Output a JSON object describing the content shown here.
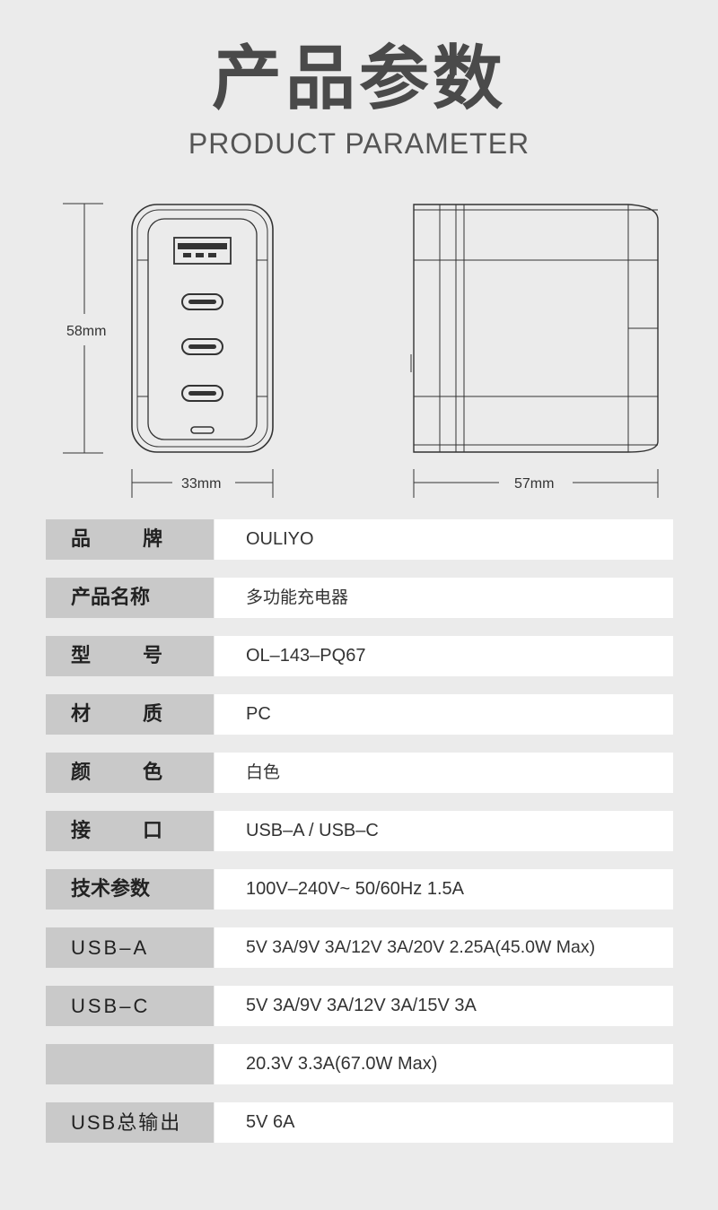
{
  "header": {
    "title": "产品参数",
    "subtitle": "PRODUCT PARAMETER"
  },
  "dimensions": {
    "height_label": "58mm",
    "width_label": "33mm",
    "depth_label": "57mm"
  },
  "specs": [
    {
      "key_a": "品",
      "key_b": "牌",
      "value": "OULIYO"
    },
    {
      "key": "产品名称",
      "value": "多功能充电器"
    },
    {
      "key_a": "型",
      "key_b": "号",
      "value": "OL–143–PQ67"
    },
    {
      "key_a": "材",
      "key_b": "质",
      "value": "PC"
    },
    {
      "key_a": "颜",
      "key_b": "色",
      "value": "白色"
    },
    {
      "key_a": "接",
      "key_b": "口",
      "value": "USB–A / USB–C"
    },
    {
      "key": "技术参数",
      "value": "100V–240V~ 50/60Hz 1.5A"
    },
    {
      "key": "USB–A",
      "value": "5V 3A/9V 3A/12V 3A/20V 2.25A(45.0W Max)"
    },
    {
      "key": "USB–C",
      "value": "5V 3A/9V 3A/12V 3A/15V 3A"
    },
    {
      "key": "",
      "value": "20.3V 3.3A(67.0W Max)"
    },
    {
      "key": "USB总输出",
      "value": "5V 6A"
    }
  ]
}
